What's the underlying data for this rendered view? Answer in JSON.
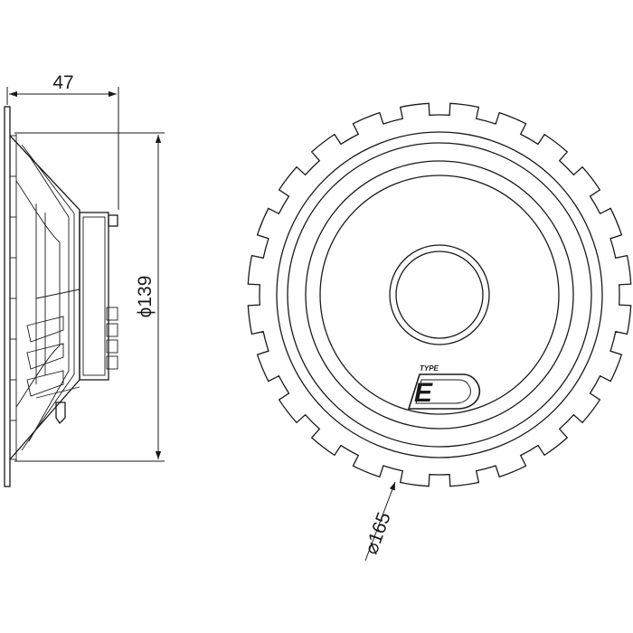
{
  "dimensions": {
    "depth": "47",
    "diameter_frame": "ϕ139",
    "diameter_outer": "⌀165"
  },
  "logo": {
    "small": "TYPE",
    "letter": "E"
  }
}
